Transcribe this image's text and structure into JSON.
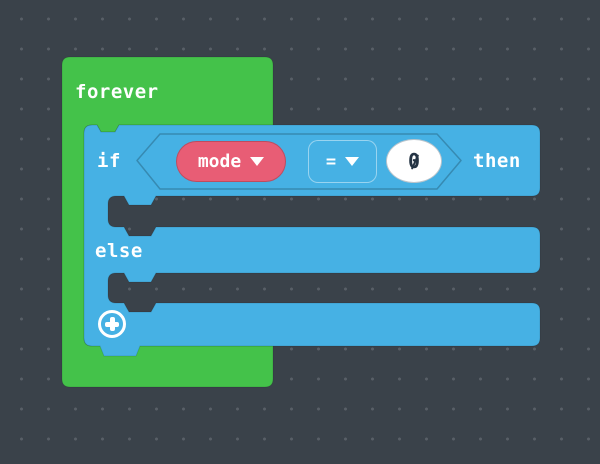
{
  "colors": {
    "background": "#3a424a",
    "dot": "#585f67",
    "loops-green": "#44c24a",
    "logic-blue": "#46b1e4",
    "variable-red": "#e85d75",
    "number-text": "#253444",
    "white": "#ffffff"
  },
  "forever_block": {
    "label": "forever"
  },
  "if_block": {
    "if_label": "if",
    "then_label": "then",
    "else_label": "else",
    "condition": {
      "variable_name": "mode",
      "operator": "=",
      "value": "0"
    }
  }
}
